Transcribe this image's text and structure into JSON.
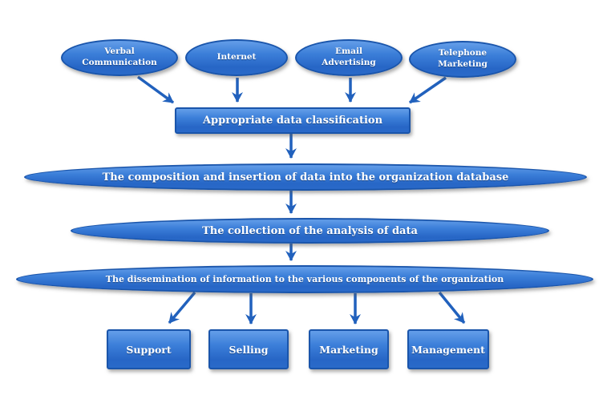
{
  "diagram": {
    "title": "data flow diagram",
    "colors": {
      "shape_fill_top": "#649ee9",
      "shape_fill_bottom": "#2a6ac9",
      "shape_border": "#1a55ab",
      "arrow": "#2161bd",
      "text": "#ffffff",
      "background": "#ffffff"
    },
    "sources": [
      {
        "label": "Verbal Communication"
      },
      {
        "label": "Internet"
      },
      {
        "label": "Email Advertising"
      },
      {
        "label": "Telephone Marketing"
      }
    ],
    "classification": {
      "label": "Appropriate data classification"
    },
    "stages": [
      {
        "label": "The composition and insertion of data into the organization database"
      },
      {
        "label": "The collection of the analysis of data"
      },
      {
        "label": "The dissemination of information to the various components of the organization"
      }
    ],
    "departments": [
      {
        "label": "Support"
      },
      {
        "label": "Selling"
      },
      {
        "label": "Marketing"
      },
      {
        "label": "Management"
      }
    ]
  }
}
